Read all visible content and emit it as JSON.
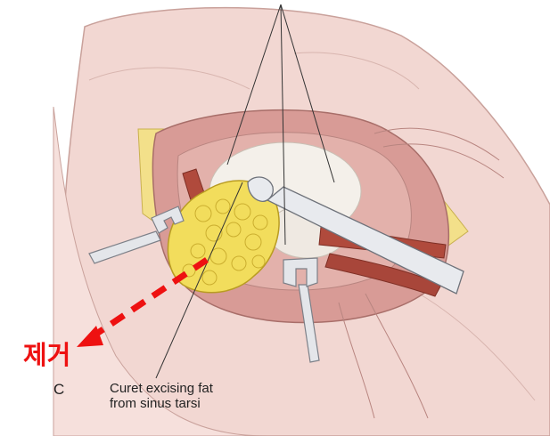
{
  "figure": {
    "panel_letter": "C",
    "caption_line1": "Curet excising fat",
    "caption_line2": "from sinus tarsi",
    "annotation_text": "제거",
    "annotation_color": "#ee1111"
  }
}
